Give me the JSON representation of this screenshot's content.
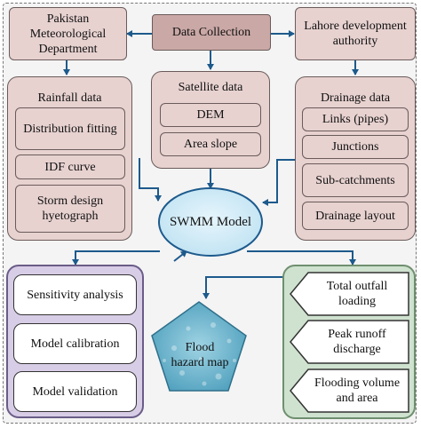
{
  "top": {
    "pmd": "Pakistan Meteorological Department",
    "data_collection": "Data Collection",
    "lda": "Lahore development authority"
  },
  "rainfall": {
    "title": "Rainfall data",
    "items": [
      "Distribution fitting",
      "IDF curve",
      "Storm design hyetograph"
    ]
  },
  "satellite": {
    "title": "Satellite data",
    "items": [
      "DEM",
      "Area slope"
    ]
  },
  "drainage": {
    "title": "Drainage data",
    "items": [
      "Links (pipes)",
      "Junctions",
      "Sub-catchments",
      "Drainage layout"
    ]
  },
  "swmm": {
    "label": "SWMM Model"
  },
  "analysis": {
    "items": [
      "Sensitivity analysis",
      "Model calibration",
      "Model validation"
    ]
  },
  "flood_map": {
    "label": "Flood hazard map"
  },
  "outputs": {
    "items": [
      "Total outfall loading",
      "Peak runoff discharge",
      "Flooding volume and area"
    ]
  },
  "colors": {
    "box_fill": "#e7d2d0",
    "header_fill": "#caa8a6",
    "arrow": "#1d5a8c",
    "ellipse_fill": "#cfe8f5",
    "purple_panel": "#d8cde6",
    "green_panel": "#cfe2cf",
    "pentagon": "#6fb7cf"
  }
}
